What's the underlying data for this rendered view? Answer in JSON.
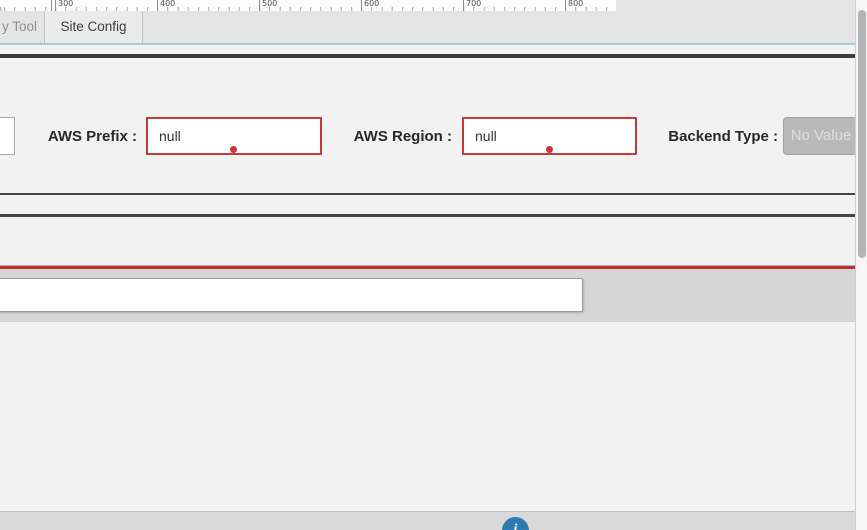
{
  "ruler": {
    "labels": [
      "300",
      "400",
      "500",
      "600",
      "700",
      "800"
    ]
  },
  "tabs": {
    "inactive_label": "y Tool",
    "active_label": "Site Config"
  },
  "form": {
    "aws_prefix": {
      "label": "AWS Prefix :",
      "value": "null"
    },
    "aws_region": {
      "label": "AWS Region :",
      "value": "null"
    },
    "backend_type": {
      "label": "Backend Type :",
      "value": "No Value"
    }
  },
  "bottom_input": {
    "value": ""
  },
  "footer": {
    "info_icon_glyph": "i"
  },
  "colors": {
    "error_border_red": "#c23a3a",
    "error_dot_red": "#ce3434",
    "divider_red": "#c12f2f",
    "tab_underline_blue": "#a6cbdf",
    "footer_icon_blue": "#2e7ab2",
    "disabled_button_gray": "#b9b9b9"
  }
}
